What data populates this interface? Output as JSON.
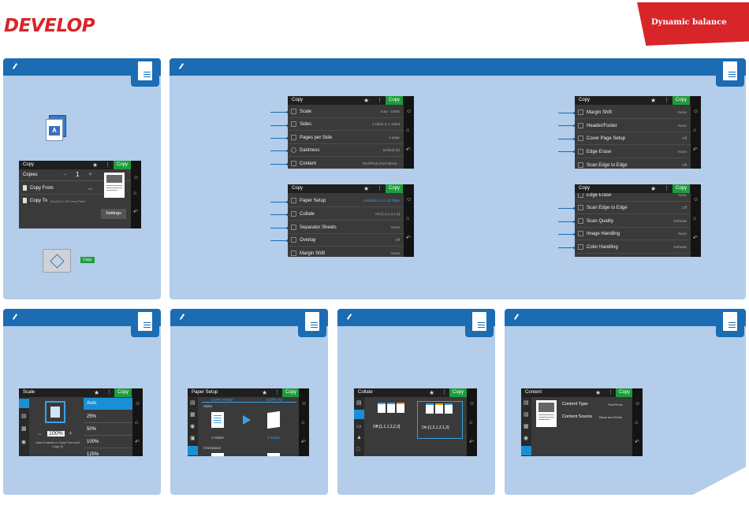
{
  "brand": {
    "logo": "DEVELOP",
    "tagline": "Dynamic balance"
  },
  "common": {
    "copy_button": "Copy",
    "star_icon": "star-icon",
    "menu_icon": "more-icon"
  },
  "panel1": {
    "screen_title": "Copy",
    "copies_label": "Copies",
    "copies_minus": "−",
    "copies_value": "1",
    "copies_plus": "+",
    "copy_from": "Copy From",
    "copy_from_value": "A4",
    "copy_to": "Copy To",
    "copy_to_value": "A4 (210 x 297 mm) Plain",
    "settings": "Settings",
    "start_pill": "Copy"
  },
  "menu1": {
    "title": "Copy",
    "items": [
      {
        "label": "Scale",
        "value": "Auto - 100%"
      },
      {
        "label": "Sides",
        "value": "1 sided to 1 sided"
      },
      {
        "label": "Pages per Side",
        "value": "1 page"
      },
      {
        "label": "Darkness",
        "value": "Default (0)"
      },
      {
        "label": "Content",
        "value": "Text/Photo from Black..."
      }
    ]
  },
  "menu2": {
    "title": "Copy",
    "items": [
      {
        "label": "Paper Setup",
        "value": "Letter(8.5 x 11 in) Plain"
      },
      {
        "label": "Collate",
        "value": "On [1,2,1,2,1,2]"
      },
      {
        "label": "Separator Sheets",
        "value": "None"
      },
      {
        "label": "Overlay",
        "value": "Off"
      },
      {
        "label": "Margin Shift",
        "value": "None"
      }
    ]
  },
  "menu3": {
    "title": "Copy",
    "items": [
      {
        "label": "Margin Shift",
        "value": "None"
      },
      {
        "label": "Header/Footer",
        "value": "None"
      },
      {
        "label": "Cover Page Setup",
        "value": "Off"
      },
      {
        "label": "Edge Erase",
        "value": "None"
      },
      {
        "label": "Scan Edge to Edge",
        "value": "Off"
      }
    ]
  },
  "menu4": {
    "title": "Copy",
    "items": [
      {
        "label": "Edge Erase",
        "value": "None"
      },
      {
        "label": "Scan Edge to Edge",
        "value": "Off"
      },
      {
        "label": "Scan Quality",
        "value": "Defaults"
      },
      {
        "label": "Image Handling",
        "value": "None"
      },
      {
        "label": "Color Handling",
        "value": "Defaults"
      }
    ]
  },
  "scale": {
    "title": "Scale",
    "percent": "100%",
    "minus": "−",
    "plus": "+",
    "note": "Auto is based on Copy From and Copy To",
    "options": [
      "Auto",
      "25%",
      "50%",
      "100%",
      "125%"
    ]
  },
  "paper": {
    "title": "Paper Setup",
    "copy_from": "COPY FROM",
    "copy_to": "COPY TO",
    "sides": "Sides",
    "one_sided": "1-Sided",
    "two_sided": "2-Sided",
    "orientation": "Orientation"
  },
  "collate": {
    "title": "Collate",
    "off": "Off [1,1,1,2,2,2]",
    "on": "On [1,2,1,2,1,2]"
  },
  "content": {
    "title": "Content",
    "type_label": "Content Type",
    "type_value": "Text/Photo",
    "source_label": "Content Source",
    "source_value": "Black and White"
  }
}
